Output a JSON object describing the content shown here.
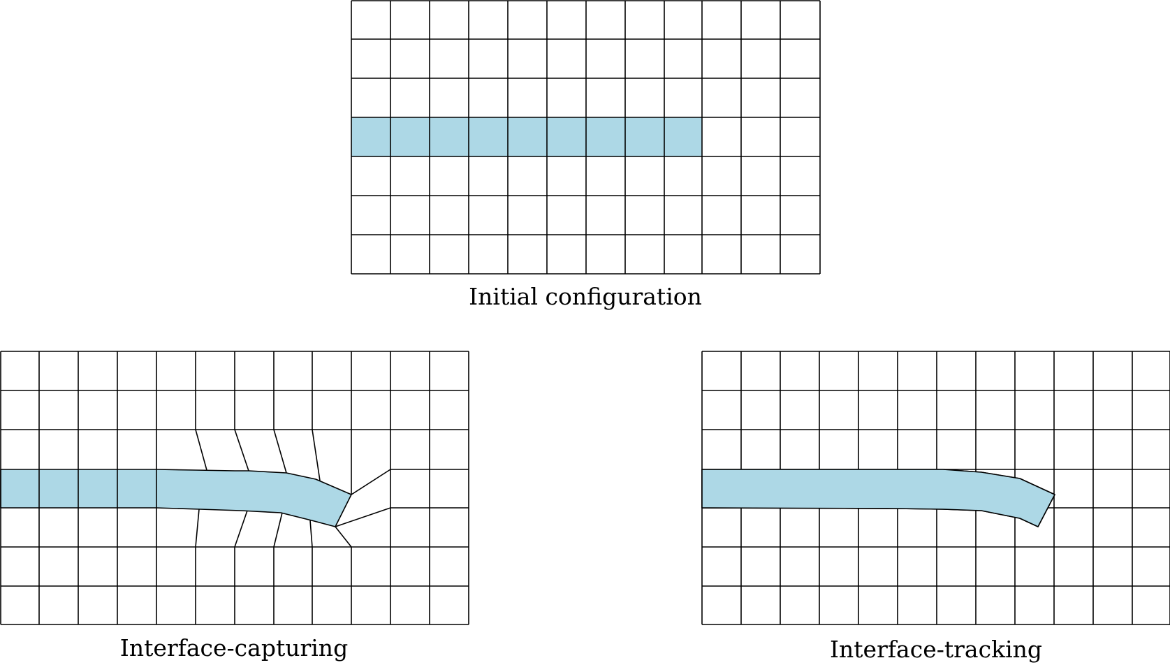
{
  "captions": {
    "initial": "Initial configuration",
    "capturing": "Interface-capturing",
    "tracking": "Interface-tracking"
  },
  "colors": {
    "fluid": "#add8e6",
    "grid_line": "#000000",
    "background": "#ffffff"
  },
  "mesh": {
    "columns": 12,
    "rows": 7,
    "filled_row": 3,
    "filled_columns_initial": 9
  }
}
